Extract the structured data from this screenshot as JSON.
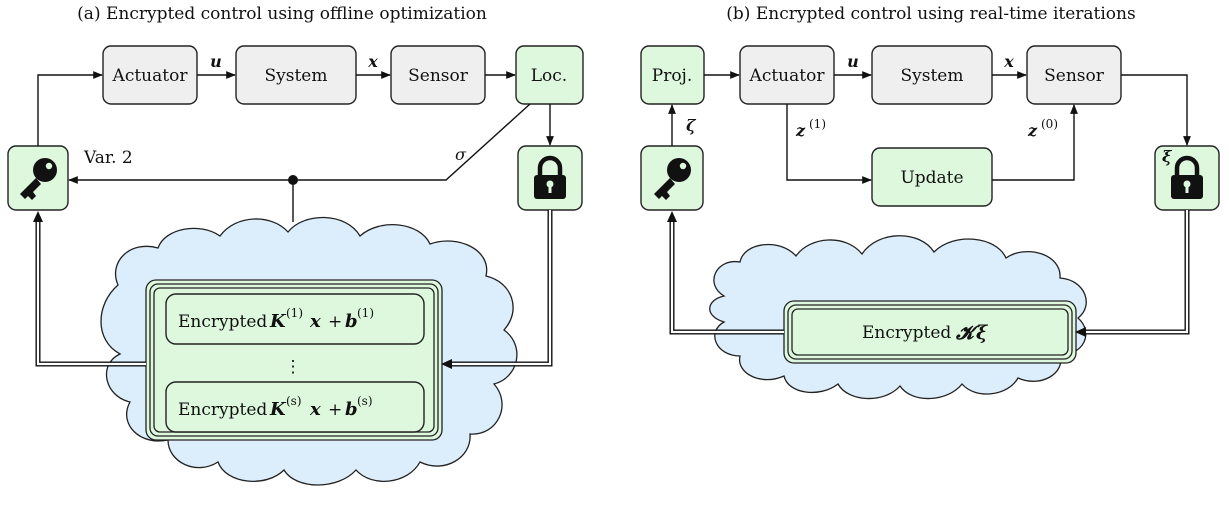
{
  "panel_a": {
    "title": "(a) Encrypted control using offline optimization",
    "actuator": "Actuator",
    "system": "System",
    "sensor": "Sensor",
    "loc": "Loc.",
    "var2": "Var. 2",
    "sigma": "σ",
    "u": "u",
    "x": "x",
    "ctrl1_prefix": "Encrypted",
    "ctrl1_expr": "K",
    "ctrl1_sup1": "(1)",
    "ctrl1_x": "x",
    "ctrl1_plus": "+",
    "ctrl1_b": "b",
    "ctrl1_sup2": "(1)",
    "dots": "⋮",
    "ctrls_prefix": "Encrypted",
    "ctrls_expr": "K",
    "ctrls_sup1": "(s)",
    "ctrls_x": "x",
    "ctrls_plus": "+",
    "ctrls_b": "b",
    "ctrls_sup2": "(s)",
    "key_icon": "key-icon",
    "lock_icon": "lock-icon"
  },
  "panel_b": {
    "title": "(b) Encrypted control using real-time iterations",
    "proj": "Proj.",
    "actuator": "Actuator",
    "system": "System",
    "sensor": "Sensor",
    "update": "Update",
    "u": "u",
    "x": "x",
    "zeta": "ζ",
    "xi": "ξ",
    "z1": "z",
    "z1_sup": "(1)",
    "z0": "z",
    "z0_sup": "(0)",
    "ctrl_prefix": "Encrypted",
    "ctrl_K": "𝓚",
    "ctrl_xi": "ξ",
    "key_icon": "key-icon",
    "lock_icon": "lock-icon"
  },
  "colors": {
    "green_fill": "#ddf8dd",
    "gray_fill": "#efefef",
    "cloud_fill": "#dcedfb"
  }
}
